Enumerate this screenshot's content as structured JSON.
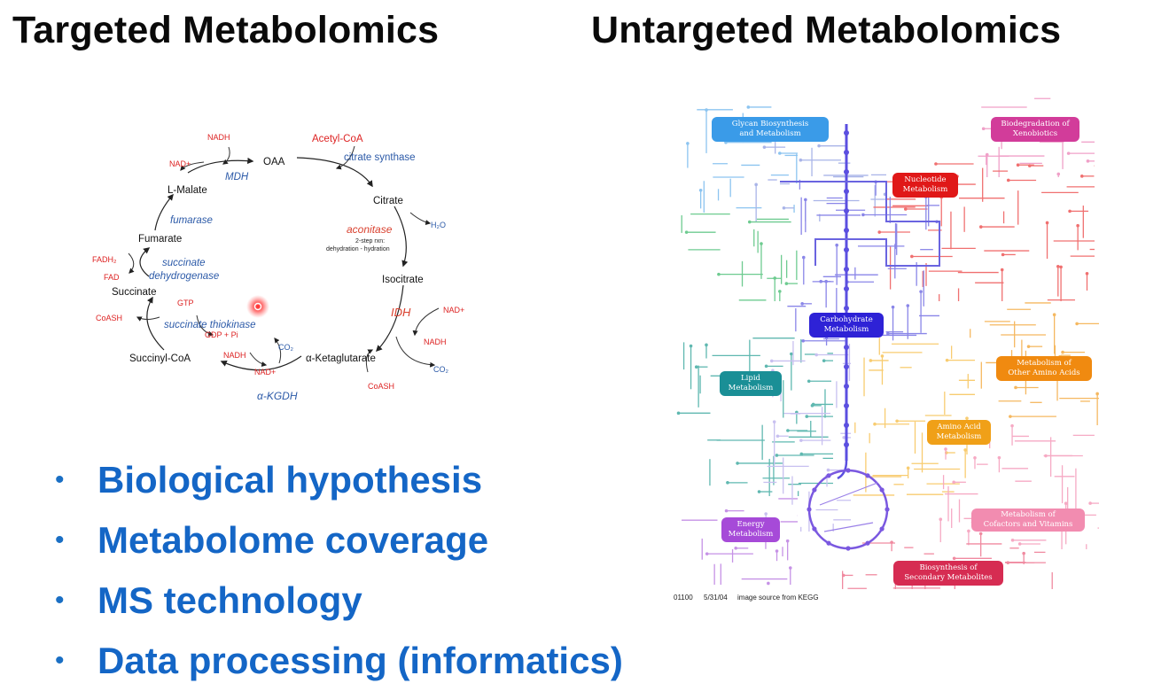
{
  "headings": {
    "left": "Targeted Metabolomics",
    "right": "Untargeted Metabolomics"
  },
  "tca_cycle": {
    "metabolites": {
      "oaa": "OAA",
      "citrate": "Citrate",
      "isocitrate": "Isocitrate",
      "ketoglutarate": "α-Ketaglutarate",
      "succinyl_coa": "Succinyl-CoA",
      "succinate": "Succinate",
      "fumarate": "Fumarate",
      "l_malate": "L-Malate"
    },
    "enzymes": {
      "citrate_synthase": "citrate synthase",
      "aconitase": "aconitase",
      "aconitase_note_1": "2-step rxn:",
      "aconitase_note_2": "dehydration - hydration",
      "idh": "IDH",
      "akgdh": "α-KGDH",
      "succinate_thiokinase": "succinate thiokinase",
      "succinate_dehydrogenase_1": "succinate",
      "succinate_dehydrogenase_2": "dehydrogenase",
      "fumarase": "fumarase",
      "mdh": "MDH"
    },
    "cofactors": {
      "acetyl_coa": "Acetyl-CoA",
      "h2o": "H₂O",
      "nad_plus_idh": "NAD+",
      "nadh_idh": "NADH",
      "co2_idh": "CO₂",
      "coash_kgdh": "CoASH",
      "co2_kgdh": "CO₂",
      "nad_plus_kgdh": "NAD+",
      "nadh_kgdh": "NADH",
      "gtp": "GTP",
      "gdp_pi": "GDP + Pi",
      "coash_thiokinase": "CoASH",
      "fadh2": "FADH₂",
      "fad": "FAD",
      "nad_plus_mdh": "NAD+",
      "nadh_mdh": "NADH"
    }
  },
  "kegg_map": {
    "modules": {
      "glycan": [
        "Glycan Biosynthesis",
        "and Metabolism"
      ],
      "xenobiotics": [
        "Biodegradation of",
        "Xenobiotics"
      ],
      "nucleotide": [
        "Nucleotide",
        "Metabolism"
      ],
      "carbohydrate": [
        "Carbohydrate",
        "Metabolism"
      ],
      "lipid": [
        "Lipid",
        "Metabolism"
      ],
      "other_amino": [
        "Metabolism of",
        "Other Amino Acids"
      ],
      "amino_acid": [
        "Amino Acid",
        "Metabolism"
      ],
      "energy": [
        "Energy",
        "Metabolism"
      ],
      "cofactors": [
        "Metabolism of",
        "Cofactors and Vitamins"
      ],
      "secondary": [
        "Biosynthesis of",
        "Secondary Metabolites"
      ]
    },
    "footer": {
      "map_id": "01100",
      "date": "5/31/04",
      "source": "image source from KEGG"
    },
    "colors": {
      "glycan": "#3a9be8",
      "xenobiotics": "#d23c9a",
      "nucleotide": "#e01818",
      "carbohydrate": "#2e22d6",
      "lipid": "#1a8f96",
      "other_amino": "#f08a10",
      "amino_acid": "#f0a018",
      "energy": "#a64ad8",
      "cofactors": "#f28cb0",
      "secondary": "#d62c52"
    }
  },
  "bullets": [
    "Biological hypothesis",
    "Metabolome coverage",
    "MS technology",
    "Data processing (informatics)"
  ]
}
